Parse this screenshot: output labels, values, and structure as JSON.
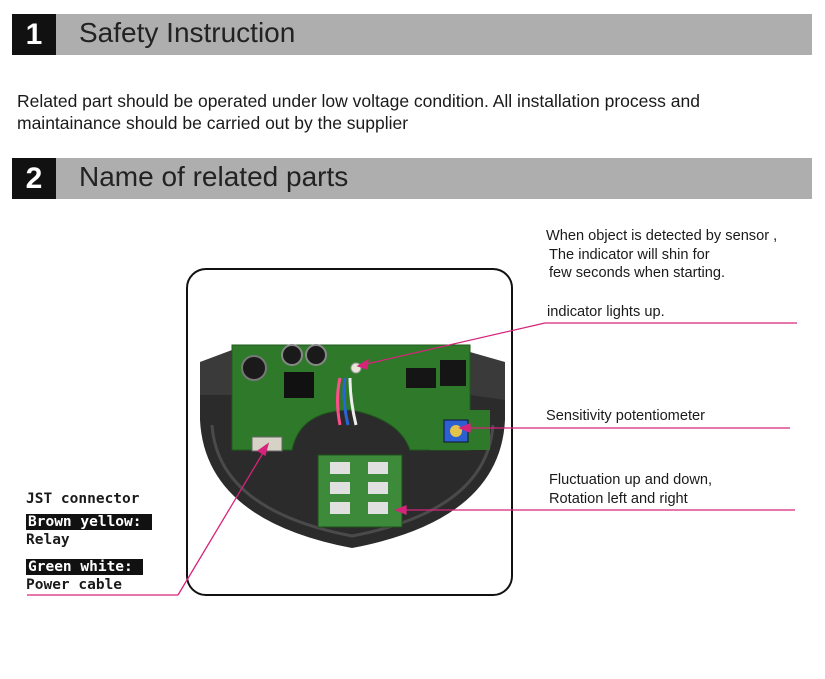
{
  "sections": [
    {
      "number": "1",
      "title": "Safety Instruction"
    },
    {
      "number": "2",
      "title": "Name of related parts"
    }
  ],
  "safety_text": "Related part should be operated under low voltage condition. All  installation process and maintainance should be carried out by the supplier",
  "notes": {
    "indicator_start_1": "When object is detected by sensor ,",
    "indicator_start_2": "The indicator will shin for",
    "indicator_start_3": "few seconds when starting.",
    "indicator_lights": "indicator lights up.",
    "sensitivity": "Sensitivity potentiometer",
    "fluctuation_1": "Fluctuation up and down,",
    "fluctuation_2": "Rotation left and right"
  },
  "jst": {
    "title": "JST connector",
    "brown_label": "Brown yellow:",
    "brown_value": "Relay",
    "green_label": "Green white:",
    "green_value": "Power cable"
  },
  "colors": {
    "leader_line": "#d6247a",
    "section_bar": "#aeaeae",
    "pcb_green": "#2f7a2a"
  }
}
